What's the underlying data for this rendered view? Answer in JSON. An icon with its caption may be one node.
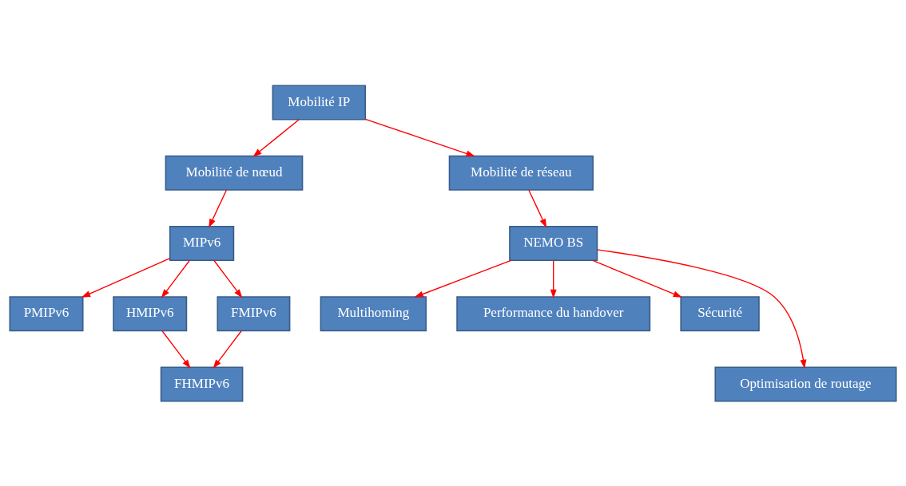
{
  "diagram": {
    "nodes": [
      {
        "text": [
          "Mobilité IP"
        ]
      },
      {
        "text": [
          "Mobilité de nœud"
        ]
      },
      {
        "text": [
          "Mobilité de réseau"
        ]
      },
      {
        "text": [
          "MIPv6"
        ]
      },
      {
        "text": [
          "NEMO BS"
        ]
      },
      {
        "text": [
          "PMIPv6"
        ]
      },
      {
        "text": [
          "HMIPv6"
        ]
      },
      {
        "text": [
          "FMIPv6"
        ]
      },
      {
        "text": [
          "Multihoming"
        ]
      },
      {
        "text": [
          "Performance du handover"
        ]
      },
      {
        "text": [
          "Sécurité"
        ]
      },
      {
        "text": [
          "FHMIPv6"
        ]
      },
      {
        "text": [
          "Optimisation de routage"
        ]
      }
    ],
    "edges": [
      {
        "from": 0,
        "to": 1,
        "arrow": "to"
      },
      {
        "from": 0,
        "to": 2,
        "arrow": "to"
      },
      {
        "from": 1,
        "to": 3,
        "arrow": "to"
      },
      {
        "from": 2,
        "to": 4,
        "arrow": "to"
      },
      {
        "from": 3,
        "to": 5,
        "arrow": "to"
      },
      {
        "from": 3,
        "to": 6,
        "arrow": "to"
      },
      {
        "from": 3,
        "to": 7,
        "arrow": "to"
      },
      {
        "from": 4,
        "to": 8,
        "arrow": "to"
      },
      {
        "from": 4,
        "to": 12,
        "arrow": "to"
      },
      {
        "from": 4,
        "to": 9,
        "arrow": "to"
      },
      {
        "from": 4,
        "to": 10,
        "arrow": "to"
      },
      {
        "from": 6,
        "to": 11,
        "arrow": "to"
      },
      {
        "from": 7,
        "to": 11,
        "arrow": "to"
      }
    ]
  }
}
